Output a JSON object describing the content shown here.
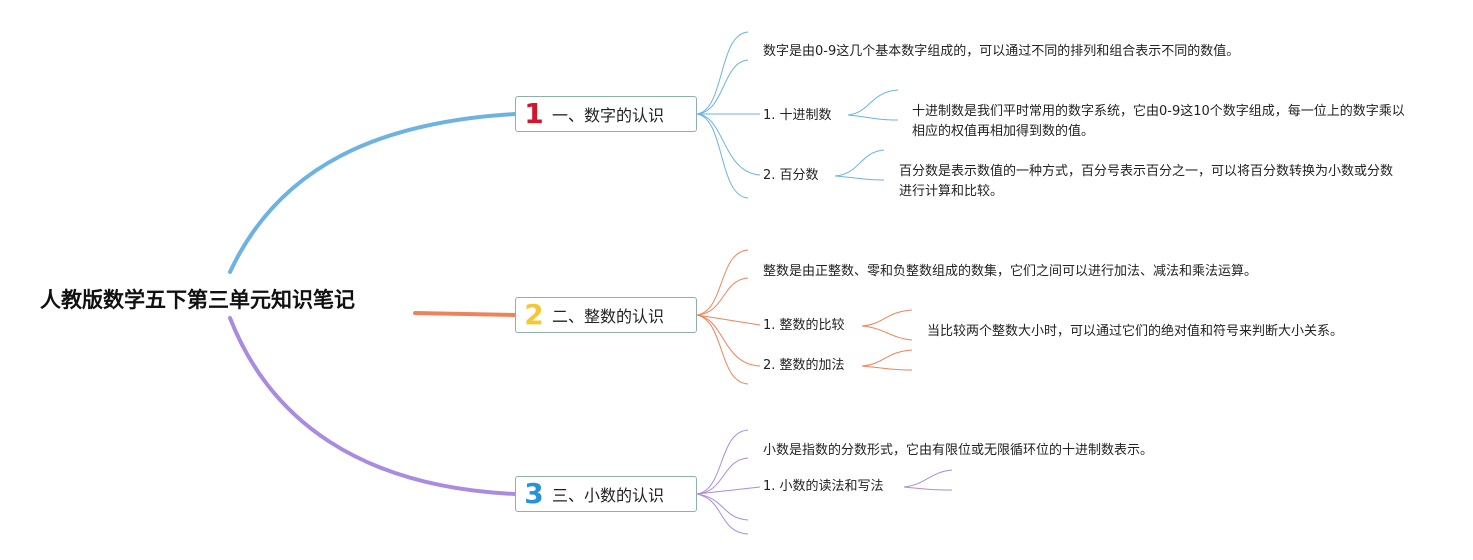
{
  "root": {
    "title": "人教版数学五下第三单元知识笔记"
  },
  "colors": {
    "branch1": "#6cb3e2",
    "branch2": "#f0825a",
    "branch3": "#a98be2",
    "num1": "#d0172d",
    "num2": "#f5c833",
    "num3": "#2793d6"
  },
  "branches": [
    {
      "number": "1",
      "label": "一、数字的认识",
      "description": "数字是由0-9这几个基本数字组成的，可以通过不同的排列和组合表示不同的数值。",
      "children": [
        {
          "label": "1. 十进制数",
          "detail": "十进制数是我们平时常用的数字系统，它由0-9这10个数字组成，每一位上的数字乘以相应的权值再相加得到数的值。"
        },
        {
          "label": "2. 百分数",
          "detail": "百分数是表示数值的一种方式，百分号表示百分之一，可以将百分数转换为小数或分数进行计算和比较。"
        }
      ]
    },
    {
      "number": "2",
      "label": "二、整数的认识",
      "description": "整数是由正整数、零和负整数组成的数集，它们之间可以进行加法、减法和乘法运算。",
      "children": [
        {
          "label": "1. 整数的比较",
          "detail": "当比较两个整数大小时，可以通过它们的绝对值和符号来判断大小关系。"
        },
        {
          "label": "2. 整数的加法",
          "detail": ""
        }
      ]
    },
    {
      "number": "3",
      "label": "三、小数的认识",
      "description": "小数是指数的分数形式，它由有限位或无限循环位的十进制数表示。",
      "children": [
        {
          "label": "1. 小数的读法和写法",
          "detail": ""
        }
      ]
    }
  ]
}
